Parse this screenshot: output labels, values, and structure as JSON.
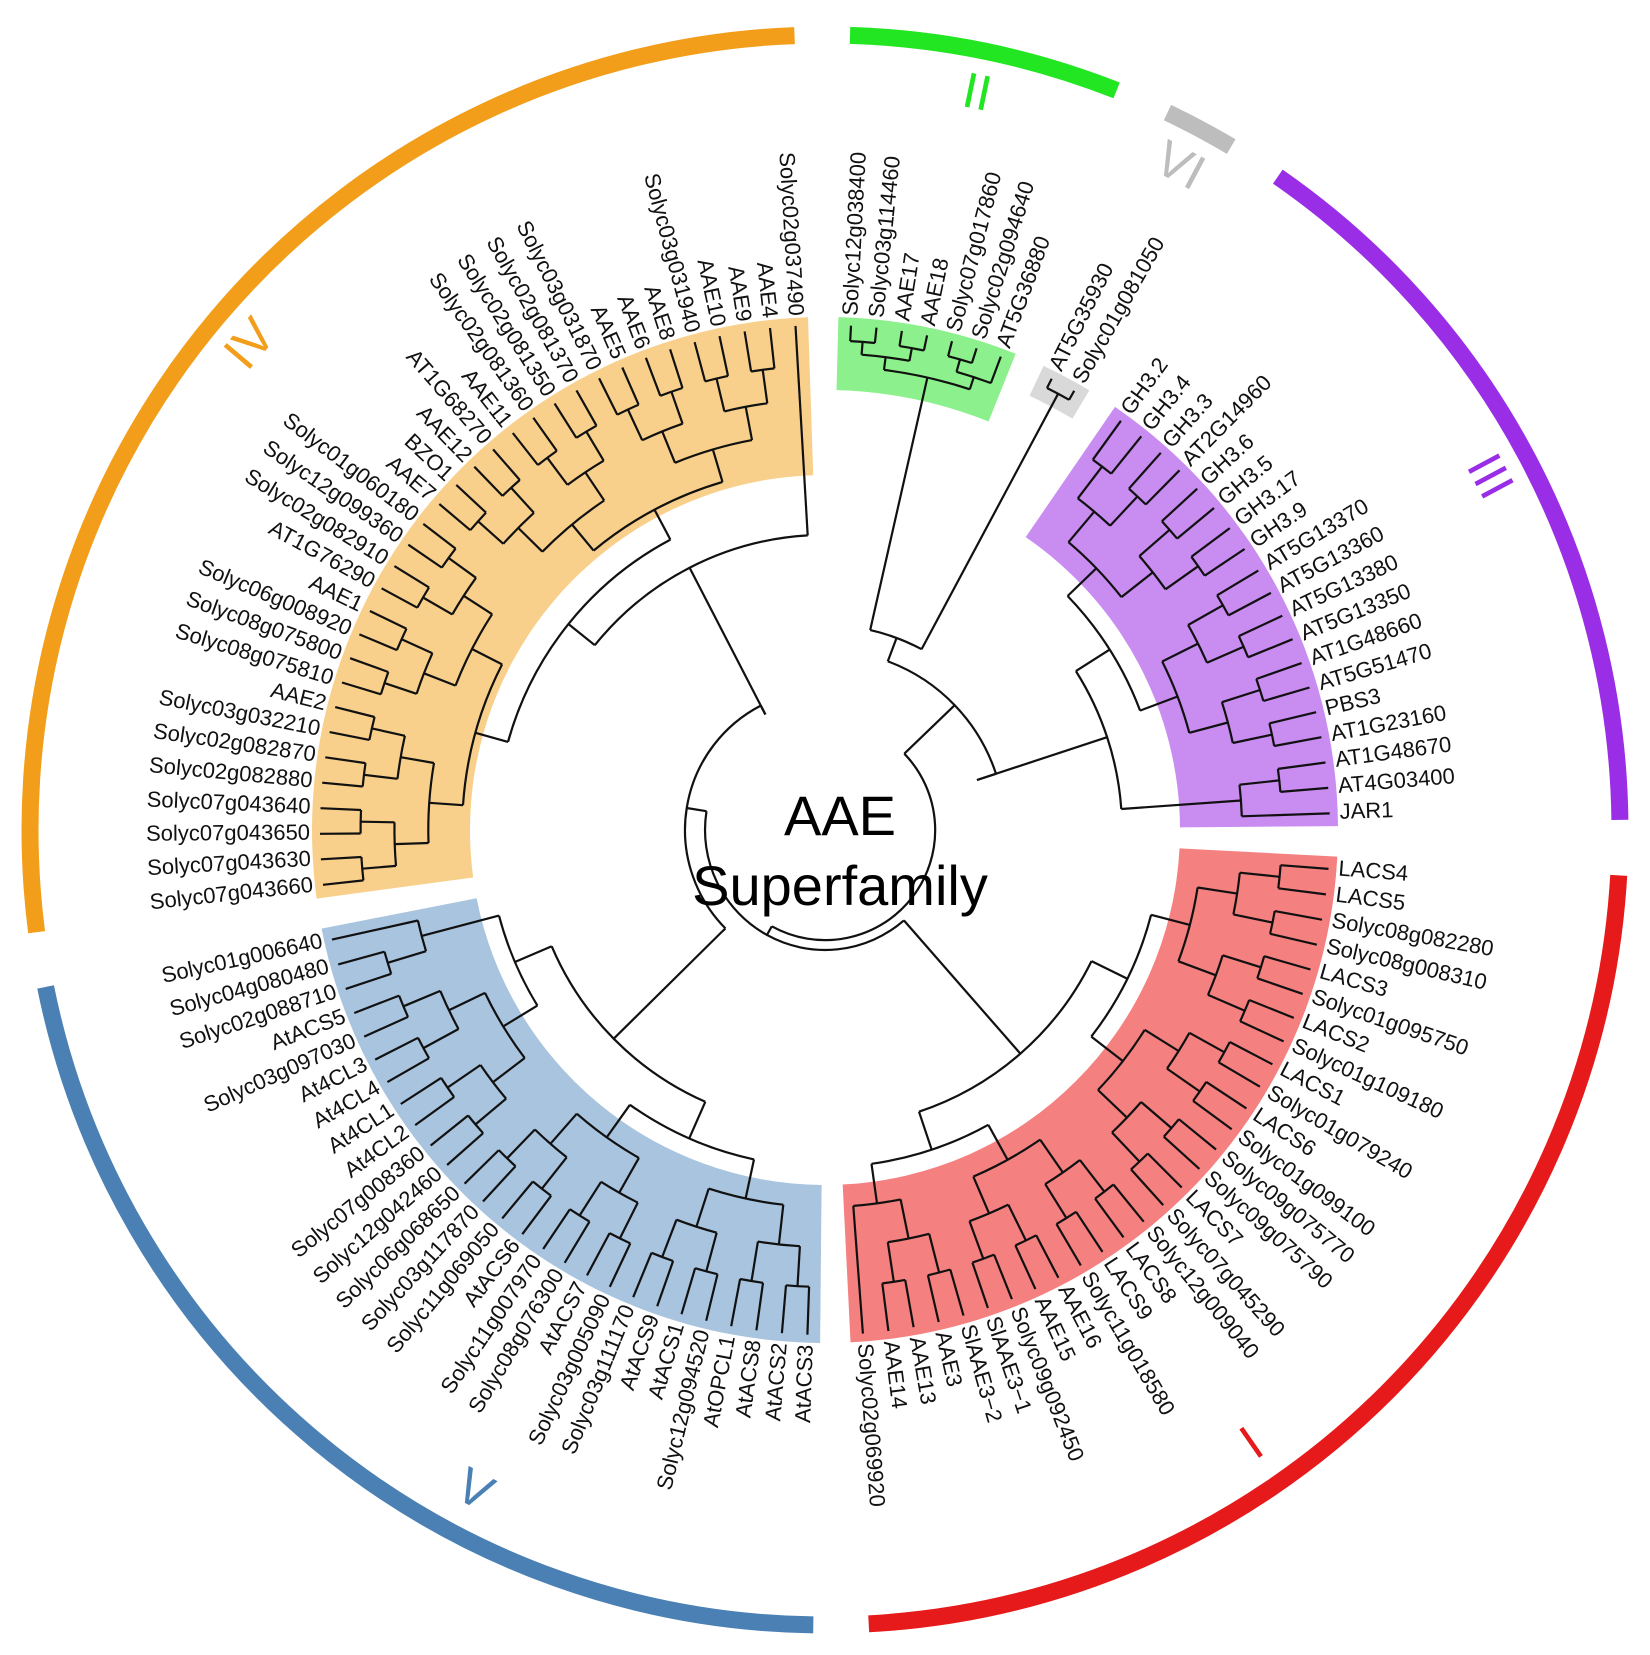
{
  "center_title": {
    "line1": "AAE",
    "line2": "Superfamily"
  },
  "clades": [
    {
      "id": "clade-ii",
      "roman": "II",
      "color": "#22e622",
      "fill": "#8cf08c",
      "leaves": [
        "Solyc12g038400",
        "Solyc03g114460",
        "AAE17",
        "AAE18",
        "Solyc07g017860",
        "Solyc02g094640",
        "AT5G36880"
      ]
    },
    {
      "id": "clade-vi",
      "roman": "VI",
      "color": "#bdbdbd",
      "fill": "#d9d9d9",
      "leaves": [
        "AT5G35930",
        "Solyc01g081050"
      ]
    },
    {
      "id": "clade-iii",
      "roman": "III",
      "color": "#9a2ee6",
      "fill": "#c98cf0",
      "leaves": [
        "GH3.2",
        "GH3.4",
        "GH3.3",
        "AT2G14960",
        "GH3.6",
        "GH3.5",
        "GH3.17",
        "GH3.9",
        "AT5G13370",
        "AT5G13360",
        "AT5G13380",
        "AT5G13350",
        "AT1G48660",
        "AT5G51470",
        "PBS3",
        "AT1G23160",
        "AT1G48670",
        "AT4G03400",
        "JAR1"
      ]
    },
    {
      "id": "clade-i",
      "roman": "I",
      "color": "#e61a1a",
      "fill": "#f58080",
      "leaves": [
        "LACS4",
        "LACS5",
        "Solyc08g082280",
        "Solyc08g008310",
        "LACS3",
        "Solyc01g095750",
        "LACS2",
        "Solyc01g109180",
        "LACS1",
        "Solyc01g079240",
        "LACS6",
        "Solyc01g099100",
        "Solyc09g075770",
        "Solyc09g075790",
        "LACS7",
        "Solyc07g045290",
        "Solyc12g009040",
        "LACS8",
        "LACS9",
        "Solyc11g018580",
        "AAE16",
        "AAE15",
        "Solyc09g092450",
        "SlAAE3−1",
        "SlAAE3−2",
        "AAE3",
        "AAE13",
        "AAE14",
        "Solyc02g069920"
      ]
    },
    {
      "id": "clade-v",
      "roman": "V",
      "color": "#4a80b4",
      "fill": "#a9c4de",
      "leaves": [
        "AtACS3",
        "AtACS2",
        "AtACS8",
        "AtOPCL1",
        "Solyc12g094520",
        "AtACS1",
        "AtACS9",
        "Solyc03g111170",
        "Solyc03g005090",
        "AtACS7",
        "Solyc08g076300",
        "Solyc11g007970",
        "AtACS6",
        "Solyc11g069050",
        "Solyc03g117870",
        "Solyc06g068650",
        "Solyc12g042460",
        "Solyc07g008360",
        "At4CL2",
        "At4CL1",
        "At4CL4",
        "At4CL3",
        "Solyc03g097030",
        "AtACS5",
        "Solyc02g088710",
        "Solyc04g080480",
        "Solyc01g006640"
      ]
    },
    {
      "id": "clade-iv",
      "roman": "IV",
      "color": "#f29e1a",
      "fill": "#f8d08c",
      "leaves": [
        "Solyc07g043660",
        "Solyc07g043630",
        "Solyc07g043650",
        "Solyc07g043640",
        "Solyc02g082880",
        "Solyc02g082870",
        "Solyc03g032210",
        "AAE2",
        "Solyc08g075810",
        "Solyc08g075800",
        "Solyc06g008920",
        "AAE1",
        "AT1G76290",
        "Solyc02g082910",
        "Solyc12g099360",
        "Solyc01g060180",
        "AAE7",
        "BZO1",
        "AAE12",
        "AT1G68270",
        "AAE11",
        "Solyc02g081360",
        "Solyc02g081350",
        "Solyc02g081370",
        "Solyc03g031870",
        "AAE5",
        "AAE6",
        "AAE8",
        "Solyc03g031940",
        "AAE10",
        "AAE9",
        "AAE4",
        "Solyc02g037490"
      ]
    }
  ]
}
